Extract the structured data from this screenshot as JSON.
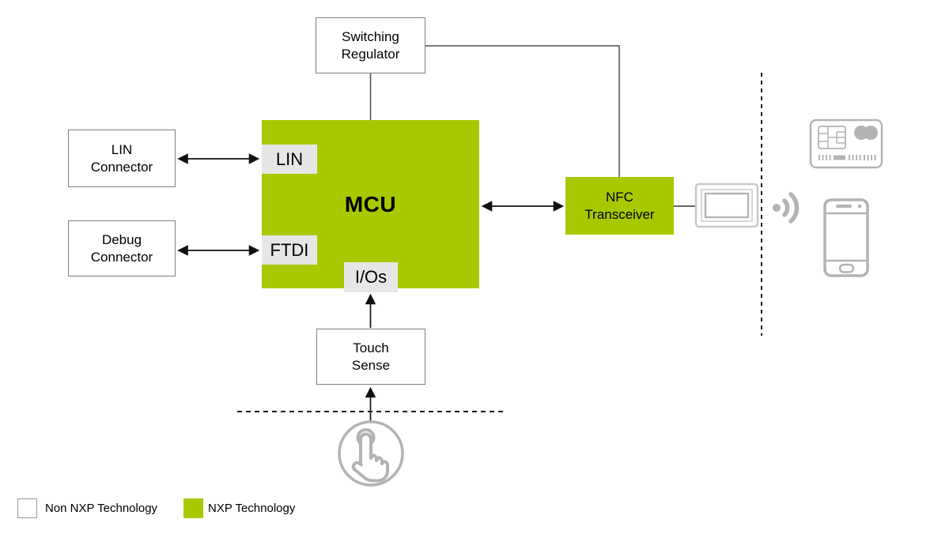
{
  "nodes": {
    "switching_regulator": "Switching\nRegulator",
    "lin_connector": "LIN\nConnector",
    "debug_connector": "Debug\nConnector",
    "mcu": "MCU",
    "lin_port": "LIN",
    "ftdi_port": "FTDI",
    "ios_port": "I/Os",
    "nfc_transceiver": "NFC\nTransceiver",
    "touch_sense": "Touch\nSense"
  },
  "legend": {
    "non_nxp_label": "Non NXP Technology",
    "nxp_label": "NXP Technology"
  },
  "icons": {
    "antenna": "nfc-antenna-coil",
    "waves": "nfc-field-waves",
    "card": "contactless-card",
    "phone": "smartphone",
    "touch": "touch-tap-gesture"
  },
  "colors": {
    "nxp_green": "#aac800",
    "port_bg": "#e6e6e6",
    "box_border": "#7f7f7f",
    "icon_gray": "#b3b3b3",
    "icon_gray_light": "#c9c9c9",
    "wire_gray": "#4d4d4d",
    "arrow_black": "#111111"
  }
}
